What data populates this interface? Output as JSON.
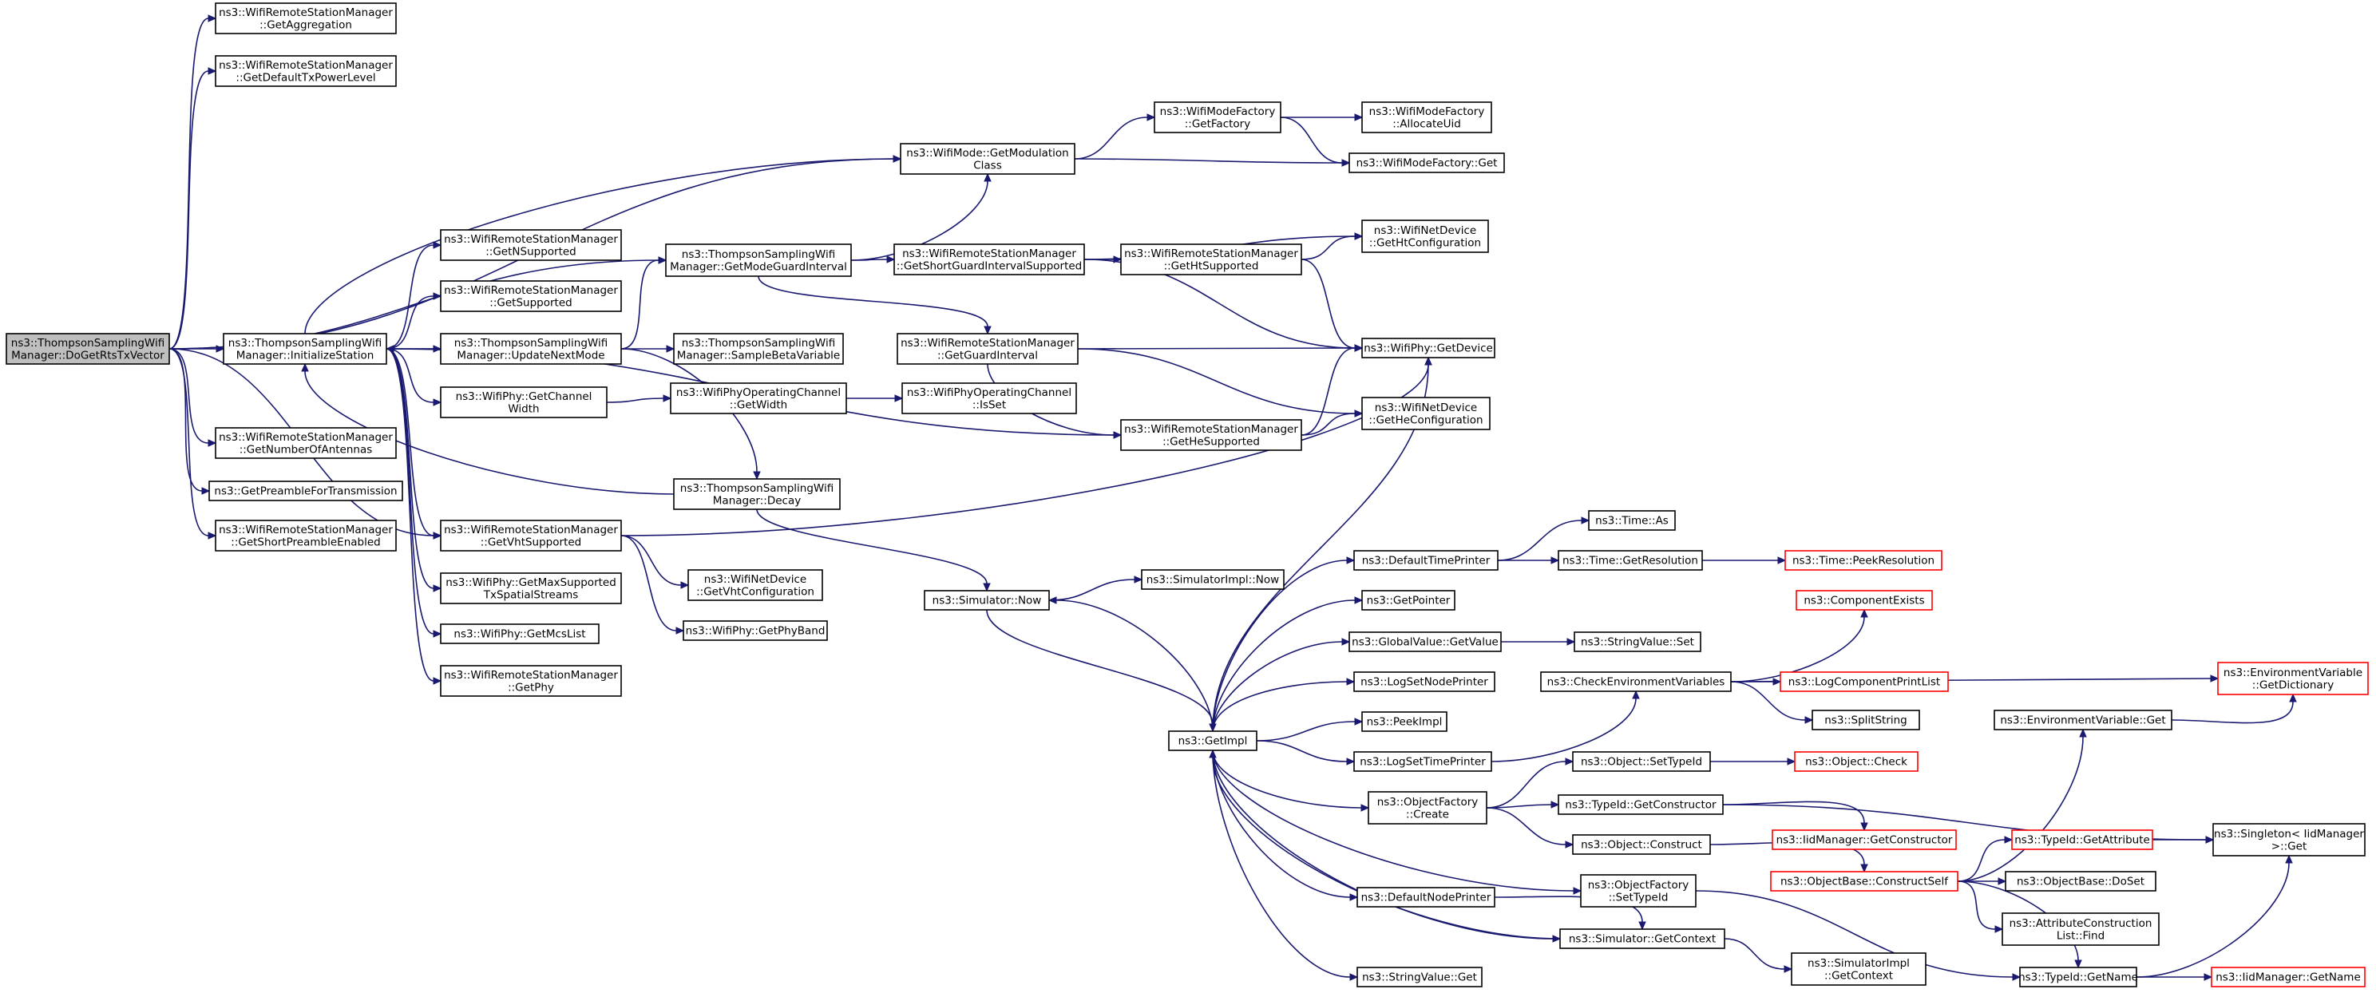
{
  "nodes": {
    "root": [
      "ns3::ThompsonSamplingWifi",
      "Manager::DoGetRtsTxVector"
    ],
    "getAggregation": [
      "ns3::WifiRemoteStationManager",
      "::GetAggregation"
    ],
    "getDefaultTxPowerLevel": [
      "ns3::WifiRemoteStationManager",
      "::GetDefaultTxPowerLevel"
    ],
    "initializeStation": [
      "ns3::ThompsonSamplingWifi",
      "Manager::InitializeStation"
    ],
    "getNumberOfAntennas": [
      "ns3::WifiRemoteStationManager",
      "::GetNumberOfAntennas"
    ],
    "getPreambleForTransmission": [
      "ns3::GetPreambleForTransmission"
    ],
    "getShortPreambleEnabled": [
      "ns3::WifiRemoteStationManager",
      "::GetShortPreambleEnabled"
    ],
    "getNSupported": [
      "ns3::WifiRemoteStationManager",
      "::GetNSupported"
    ],
    "getSupported": [
      "ns3::WifiRemoteStationManager",
      "::GetSupported"
    ],
    "updateNextMode": [
      "ns3::ThompsonSamplingWifi",
      "Manager::UpdateNextMode"
    ],
    "getChannelWidth": [
      "ns3::WifiPhy::GetChannel",
      "Width"
    ],
    "getVhtSupported": [
      "ns3::WifiRemoteStationManager",
      "::GetVhtSupported"
    ],
    "getMaxSupportedTxSpatialStreams": [
      "ns3::WifiPhy::GetMaxSupported",
      "TxSpatialStreams"
    ],
    "getMcsList": [
      "ns3::WifiPhy::GetMcsList"
    ],
    "getPhy": [
      "ns3::WifiRemoteStationManager",
      "::GetPhy"
    ],
    "getModeGuardInterval": [
      "ns3::ThompsonSamplingWifi",
      "Manager::GetModeGuardInterval"
    ],
    "sampleBetaVariable": [
      "ns3::ThompsonSamplingWifi",
      "Manager::SampleBetaVariable"
    ],
    "opChannelGetWidth": [
      "ns3::WifiPhyOperatingChannel",
      "::GetWidth"
    ],
    "decay": [
      "ns3::ThompsonSamplingWifi",
      "Manager::Decay"
    ],
    "getVhtConfiguration": [
      "ns3::WifiNetDevice",
      "::GetVhtConfiguration"
    ],
    "getPhyBand": [
      "ns3::WifiPhy::GetPhyBand"
    ],
    "getModulationClass": [
      "ns3::WifiMode::GetModulation",
      "Class"
    ],
    "getShortGuardIntervalSupported": [
      "ns3::WifiRemoteStationManager",
      "::GetShortGuardIntervalSupported"
    ],
    "getGuardInterval": [
      "ns3::WifiRemoteStationManager",
      "::GetGuardInterval"
    ],
    "opChannelIsSet": [
      "ns3::WifiPhyOperatingChannel",
      "::IsSet"
    ],
    "simulatorNow": [
      "ns3::Simulator::Now"
    ],
    "getFactory": [
      "ns3::WifiModeFactory",
      "::GetFactory"
    ],
    "getHtSupported": [
      "ns3::WifiRemoteStationManager",
      "::GetHtSupported"
    ],
    "getHeSupported": [
      "ns3::WifiRemoteStationManager",
      "::GetHeSupported"
    ],
    "simulatorImplNow": [
      "ns3::SimulatorImpl::Now"
    ],
    "allocateUid": [
      "ns3::WifiModeFactory",
      "::AllocateUid"
    ],
    "wifiModeFactoryGet": [
      "ns3::WifiModeFactory::Get"
    ],
    "getHtConfiguration": [
      "ns3::WifiNetDevice",
      "::GetHtConfiguration"
    ],
    "wifiPhyGetDevice": [
      "ns3::WifiPhy::GetDevice"
    ],
    "getHeConfiguration": [
      "ns3::WifiNetDevice",
      "::GetHeConfiguration"
    ],
    "getImpl": [
      "ns3::GetImpl"
    ],
    "defaultTimePrinter": [
      "ns3::DefaultTimePrinter"
    ],
    "getPointer": [
      "ns3::GetPointer"
    ],
    "globalValueGetValue": [
      "ns3::GlobalValue::GetValue"
    ],
    "logSetNodePrinter": [
      "ns3::LogSetNodePrinter"
    ],
    "peekImpl": [
      "ns3::PeekImpl"
    ],
    "logSetTimePrinter": [
      "ns3::LogSetTimePrinter"
    ],
    "objectFactoryCreate": [
      "ns3::ObjectFactory",
      "::Create"
    ],
    "defaultNodePrinter": [
      "ns3::DefaultNodePrinter"
    ],
    "stringValueGet": [
      "ns3::StringValue::Get"
    ],
    "timeAs": [
      "ns3::Time::As"
    ],
    "timeGetResolution": [
      "ns3::Time::GetResolution"
    ],
    "timePeekResolution": [
      "ns3::Time::PeekResolution"
    ],
    "stringValueSet": [
      "ns3::StringValue::Set"
    ],
    "checkEnvironmentVariables": [
      "ns3::CheckEnvironmentVariables"
    ],
    "componentExists": [
      "ns3::ComponentExists"
    ],
    "logComponentPrintList": [
      "ns3::LogComponentPrintList"
    ],
    "splitString": [
      "ns3::SplitString"
    ],
    "envGetDictionary": [
      "ns3::EnvironmentVariable",
      "::GetDictionary"
    ],
    "envGet": [
      "ns3::EnvironmentVariable::Get"
    ],
    "objectSetTypeId": [
      "ns3::Object::SetTypeId"
    ],
    "objectCheck": [
      "ns3::Object::Check"
    ],
    "typeIdGetConstructor": [
      "ns3::TypeId::GetConstructor"
    ],
    "iidGetConstructor": [
      "ns3::IidManager::GetConstructor"
    ],
    "objectConstruct": [
      "ns3::Object::Construct"
    ],
    "constructSelf": [
      "ns3::ObjectBase::ConstructSelf"
    ],
    "objectFactorySetTypeId": [
      "ns3::ObjectFactory",
      "::SetTypeId"
    ],
    "typeIdGetAttribute": [
      "ns3::TypeId::GetAttribute"
    ],
    "singletonGet": [
      "ns3::Singleton< IidManager",
      ">::Get"
    ],
    "doSet": [
      "ns3::ObjectBase::DoSet"
    ],
    "attrConstructionFind": [
      "ns3::AttributeConstruction",
      "List::Find"
    ],
    "simulatorGetContext": [
      "ns3::Simulator::GetContext"
    ],
    "simImplGetContext": [
      "ns3::SimulatorImpl",
      "::GetContext"
    ],
    "typeIdGetName": [
      "ns3::TypeId::GetName"
    ],
    "iidGetName": [
      "ns3::IidManager::GetName"
    ]
  }
}
